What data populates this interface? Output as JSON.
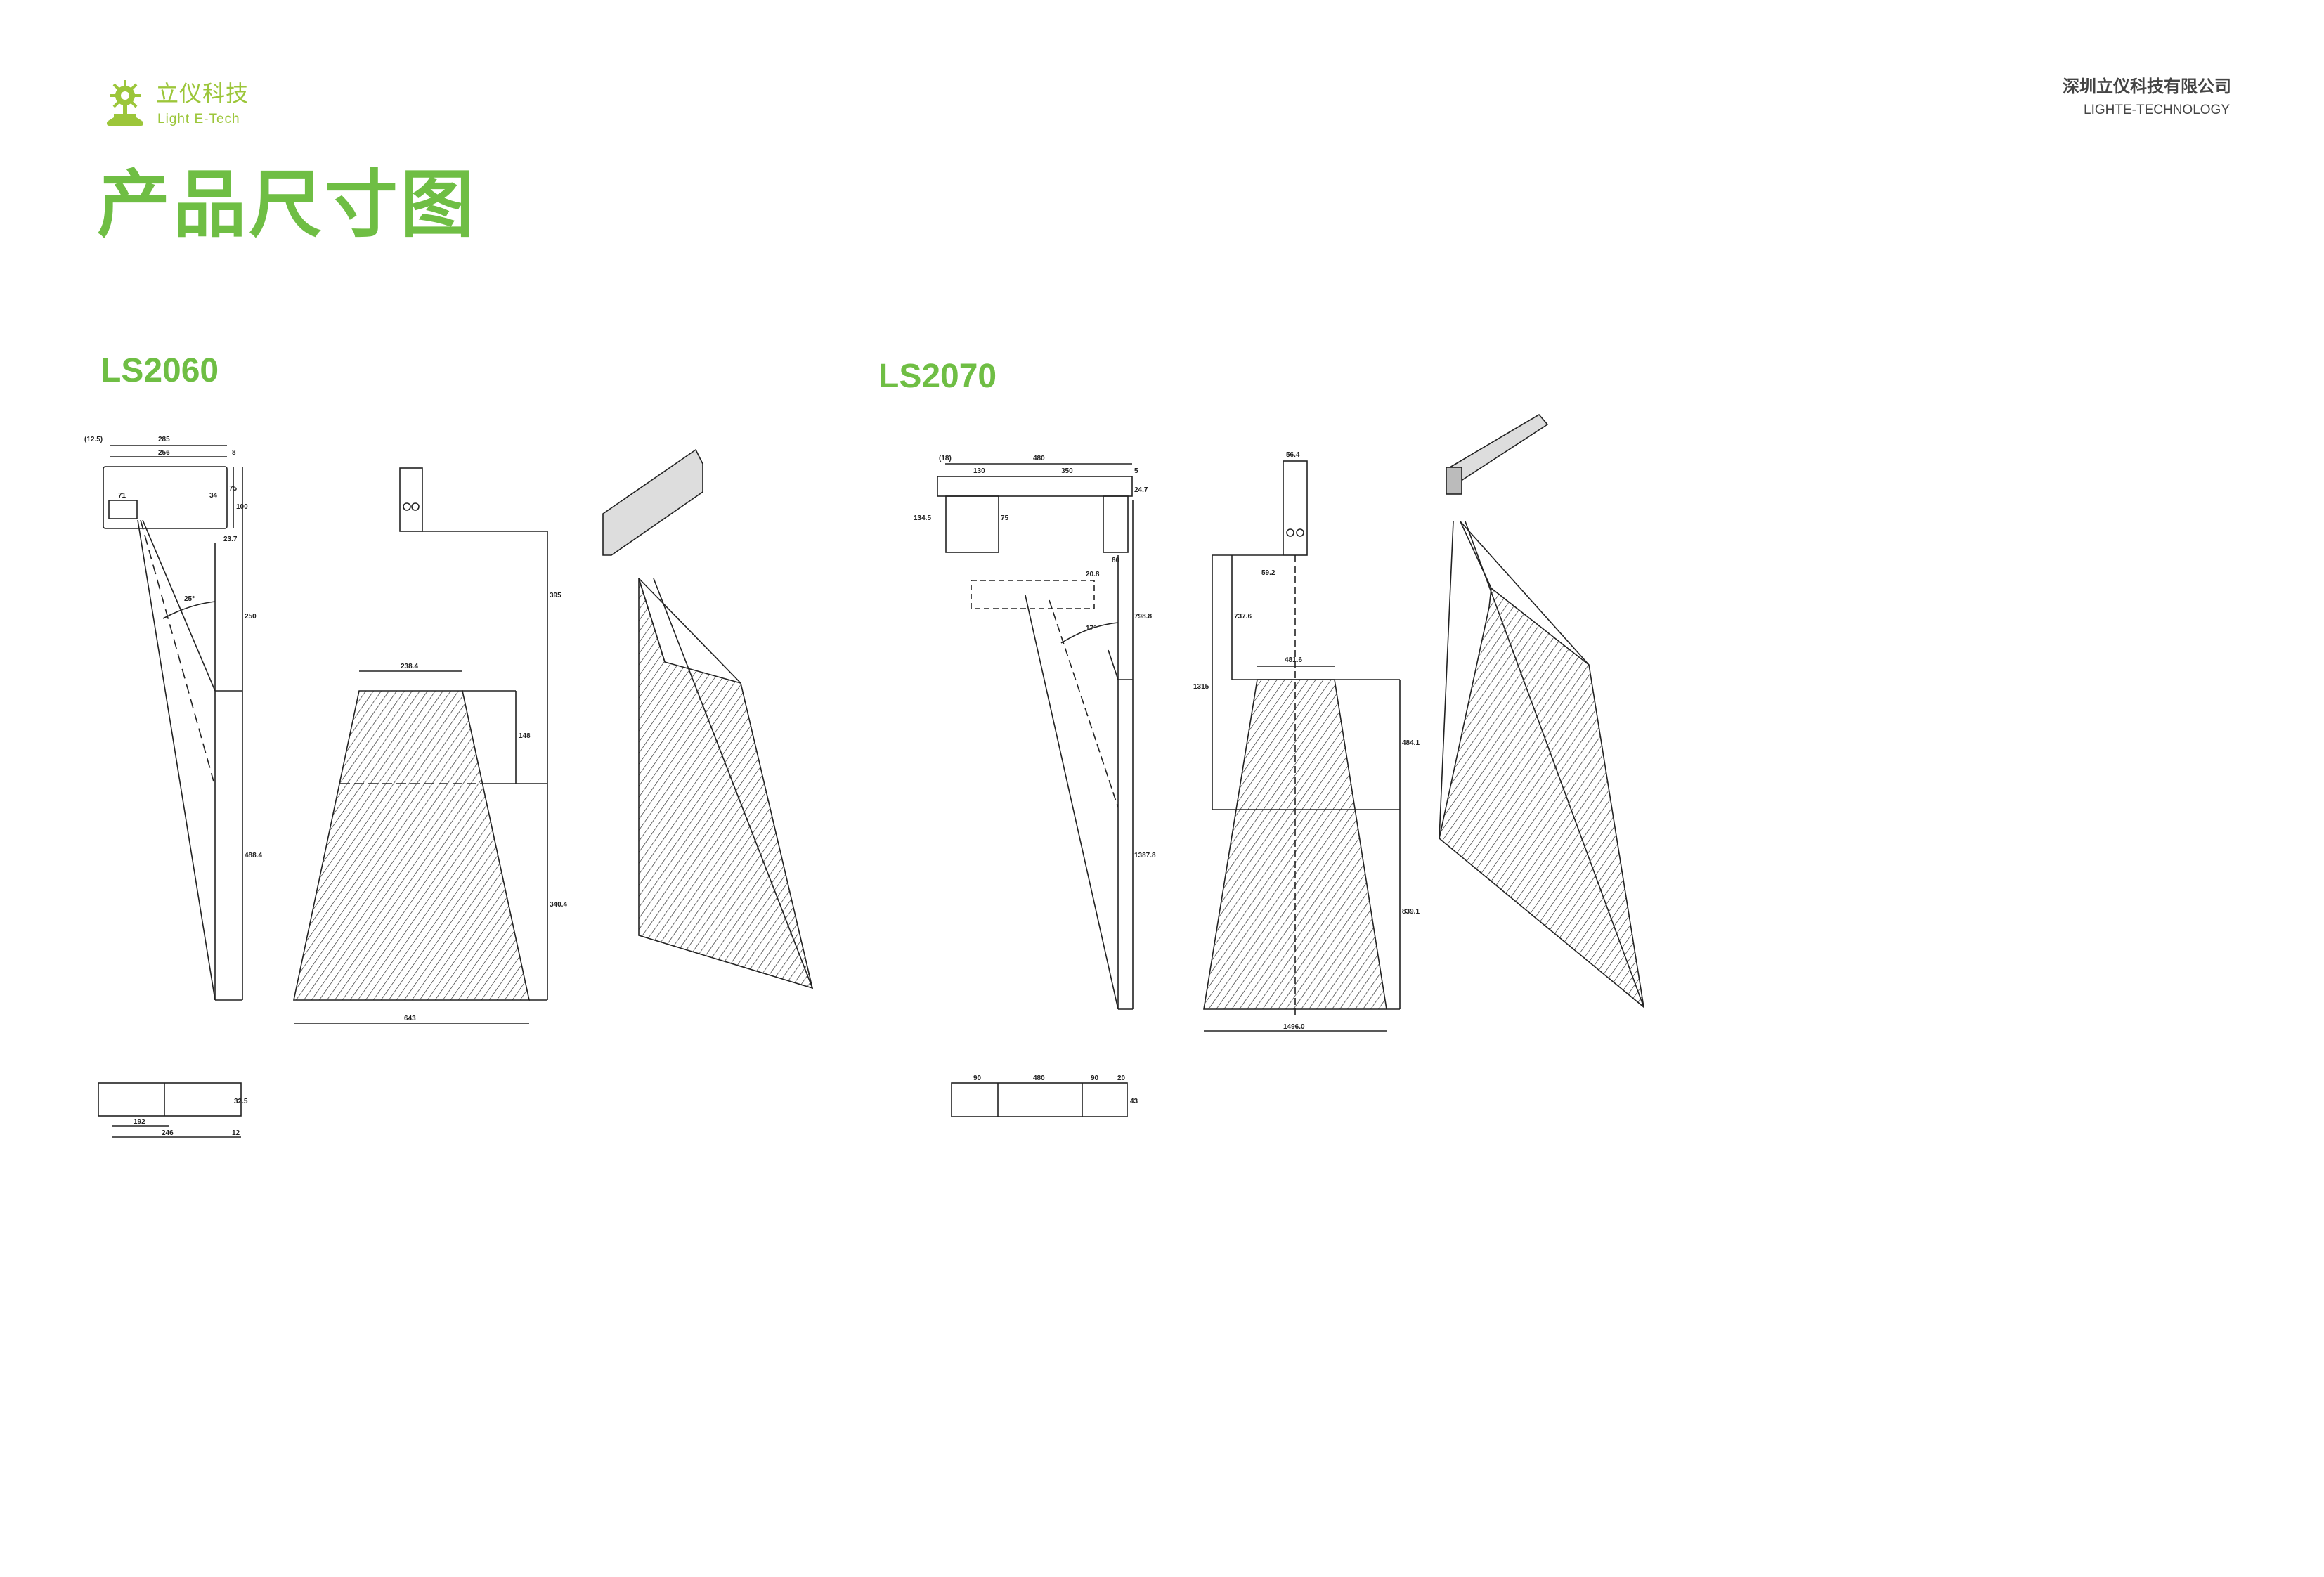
{
  "header": {
    "brand_cn": "立仪科技",
    "brand_en": "Light E-Tech",
    "company_cn": "深圳立仪科技有限公司",
    "company_en": "LIGHTE-TECHNOLOGY",
    "page_title": "产品尺寸图"
  },
  "colors": {
    "accent": "#6fbe44",
    "logo": "#9cc63a",
    "text": "#444444"
  },
  "products": [
    {
      "model": "LS2060",
      "dims": [
        "285",
        "256",
        "(12.5)",
        "8",
        "71",
        "34",
        "75",
        "100",
        "23.7",
        "25°",
        "250",
        "488.4",
        "238.4",
        "148",
        "395",
        "340.4",
        "643",
        "192",
        "246",
        "12",
        "32.5"
      ]
    },
    {
      "model": "LS2070",
      "dims": [
        "(18)",
        "480",
        "130",
        "350",
        "5",
        "24.7",
        "134.5",
        "75",
        "80",
        "20.8",
        "17°",
        "798.8",
        "1387.8",
        "56.4",
        "59.2",
        "737.6",
        "1315",
        "481.6",
        "484.1",
        "839.1",
        "1496.0",
        "90",
        "480",
        "90",
        "20",
        "43"
      ]
    }
  ]
}
